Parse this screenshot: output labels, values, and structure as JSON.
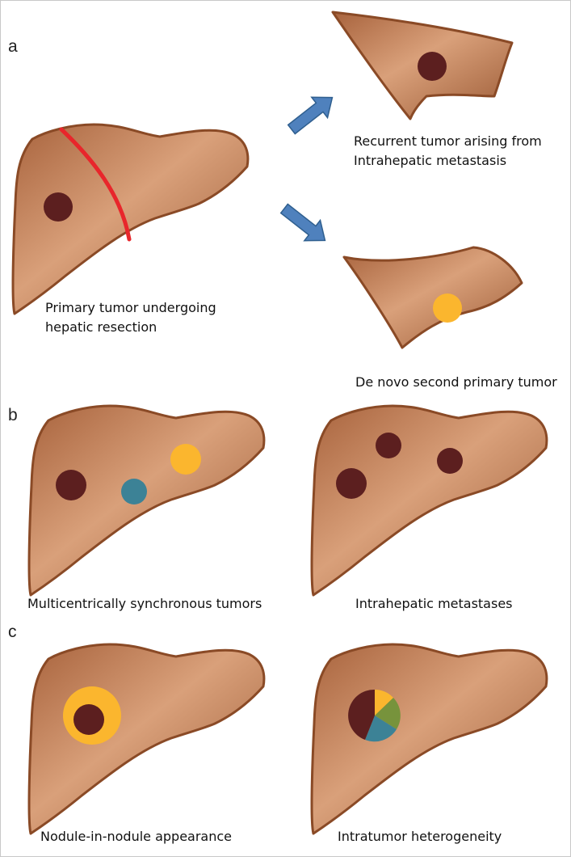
{
  "colors": {
    "liver_light": "#d9a07a",
    "liver_dark": "#9b5a35",
    "liver_outline": "#8a4a26",
    "tumor_dark": "#5c1f1f",
    "tumor_yellow": "#fbb62e",
    "tumor_teal": "#3c8296",
    "tumor_green": "#77933c",
    "resection_line": "#e8262b",
    "arrow_fill": "#4f81bd"
  },
  "panels": {
    "a": {
      "letter": "a",
      "primary_caption": [
        "Primary tumor undergoing",
        "hepatic resection"
      ],
      "recurrent_caption": [
        "Recurrent tumor arising from",
        "Intrahepatic metastasis"
      ],
      "denovo_caption": "De novo second primary tumor"
    },
    "b": {
      "letter": "b",
      "left_caption": "Multicentrically synchronous tumors",
      "right_caption": "Intrahepatic metastases"
    },
    "c": {
      "letter": "c",
      "left_caption": "Nodule-in-nodule appearance",
      "right_caption": "Intratumor heterogeneity"
    }
  }
}
